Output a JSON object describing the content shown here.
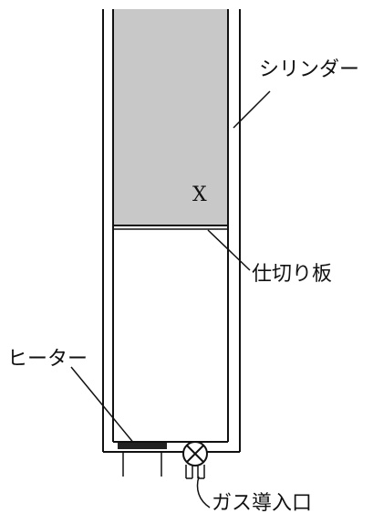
{
  "labels": {
    "cylinder": "シリンダー",
    "gas_x": "X",
    "partition": "仕切り板",
    "heater": "ヒーター",
    "gas_inlet": "ガス導入口"
  },
  "colors": {
    "line": "#111111",
    "gas_fill": "#c8c8c8",
    "background": "#ffffff"
  },
  "icons": {
    "valve": "valve-icon"
  }
}
